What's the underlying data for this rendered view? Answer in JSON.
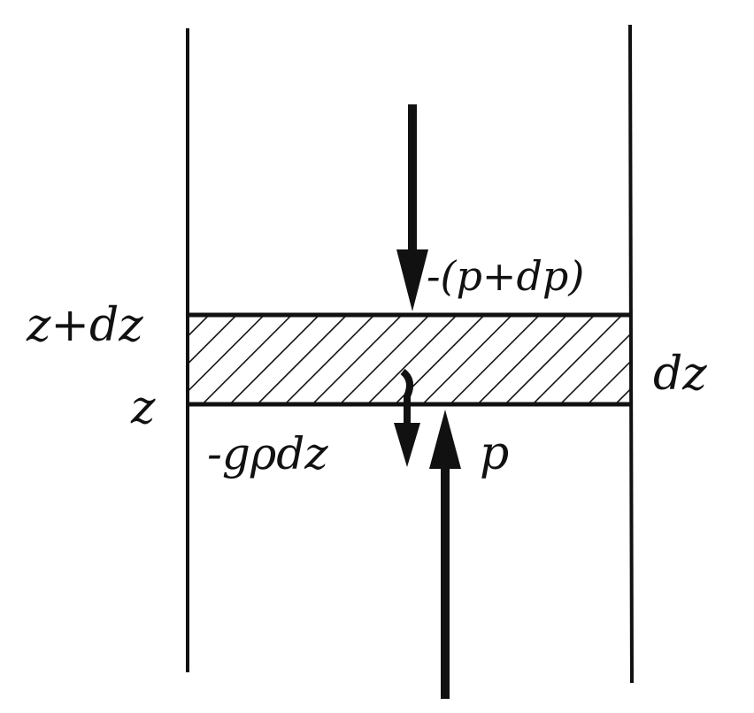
{
  "labels": {
    "top_boundary": "z+dz",
    "bottom_boundary": "z",
    "thickness": "dz",
    "force_top": "-(p+dp)",
    "force_bottom": "p",
    "weight": "-gρdz"
  },
  "colors": {
    "ink": "#111111",
    "background": "#ffffff"
  }
}
